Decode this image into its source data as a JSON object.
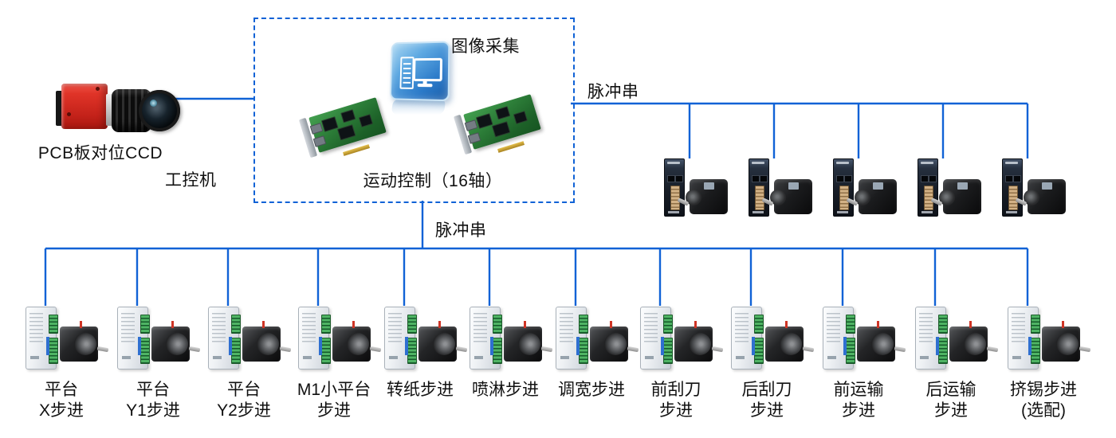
{
  "labels": {
    "camera": "PCB板对位CCD",
    "ipc": "工控机",
    "image_capture": "图像采集",
    "motion_control": "运动控制（16轴）",
    "pulse_top": "脉冲串",
    "pulse_bottom": "脉冲串"
  },
  "servo_drives": {
    "count": 5
  },
  "steppers": [
    {
      "lines": [
        "平台",
        "X步进"
      ]
    },
    {
      "lines": [
        "平台",
        "Y1步进"
      ]
    },
    {
      "lines": [
        "平台",
        "Y2步进"
      ]
    },
    {
      "lines": [
        "M1小平台",
        "步进"
      ]
    },
    {
      "lines": [
        "转纸步进"
      ]
    },
    {
      "lines": [
        "喷淋步进"
      ]
    },
    {
      "lines": [
        "调宽步进"
      ]
    },
    {
      "lines": [
        "前刮刀",
        "步进"
      ]
    },
    {
      "lines": [
        "后刮刀",
        "步进"
      ]
    },
    {
      "lines": [
        "前运输",
        "步进"
      ]
    },
    {
      "lines": [
        "后运输",
        "步进"
      ]
    },
    {
      "lines": [
        "挤锡步进",
        "(选配)"
      ]
    }
  ],
  "colors": {
    "connection_blue": "#1062D6",
    "camera_red": "#D92A1C",
    "board_green": "#2C7D38",
    "icon_blue": "#3F8FD6"
  }
}
